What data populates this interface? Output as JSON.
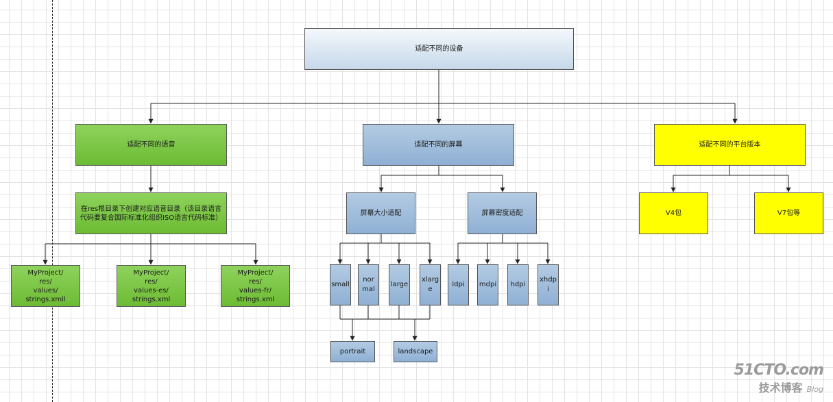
{
  "nodes": {
    "root": "适配不同的设备",
    "language": "适配不同的语音",
    "screen": "适配不同的屏幕",
    "platform": "适配不同的平台版本",
    "res_dirs": "在res根目录下创建对应语音目录（该目录语言代码要复合国际标准化组织ISO语言代码标准）",
    "values_default": "MyProject/\nres/\nvalues/\nstrings.xmll",
    "values_es": "MyProject/\nres/\nvalues-es/\nstrings.xml",
    "values_fr": "MyProject/\nres/\nvalues-fr/\nstrings.xml",
    "screen_size": "屏幕大小适配",
    "screen_density": "屏幕密度适配",
    "small": "small",
    "normal": "nor\nmal",
    "large": "large",
    "xlarge": "xlarg\ne",
    "ldpi": "ldpi",
    "mdpi": "mdpi",
    "hdpi": "hdpi",
    "xhdpi": "xhdp\ni",
    "portrait": "portrait",
    "landscape": "landscape",
    "v4": "V4包",
    "v7": "V7包等"
  },
  "colors": {
    "green": "#77c043",
    "blue": "#9dbbdc",
    "yellow": "#ffff00",
    "root_top": "#f4f8fc",
    "root_bottom": "#c6d8ea"
  },
  "watermark": {
    "brand": "51CTO.com",
    "sub": "技术博客",
    "blog": "Blog"
  }
}
